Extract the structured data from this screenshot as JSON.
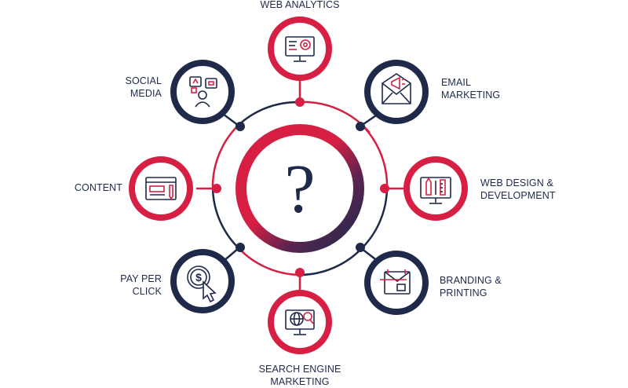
{
  "center": {
    "symbol": "?"
  },
  "colors": {
    "red": "#d61f43",
    "navy": "#1f2a4a"
  },
  "nodes": {
    "web_analytics": {
      "label": [
        "WEB ANALYTICS"
      ],
      "icon": "gear-monitor-icon",
      "color": "red"
    },
    "email_marketing": {
      "label": [
        "EMAIL",
        "MARKETING"
      ],
      "icon": "envelope-megaphone-icon",
      "color": "navy"
    },
    "web_design": {
      "label": [
        "WEB DESIGN &",
        "DEVELOPMENT"
      ],
      "icon": "design-tools-monitor-icon",
      "color": "red"
    },
    "branding": {
      "label": [
        "BRANDING &",
        "PRINTING"
      ],
      "icon": "envelope-pen-icon",
      "color": "navy"
    },
    "sem": {
      "label": [
        "SEARCH ENGINE",
        "MARKETING"
      ],
      "icon": "globe-search-icon",
      "color": "red"
    },
    "ppc": {
      "label": [
        "PAY PER",
        "CLICK"
      ],
      "icon": "dollar-cursor-icon",
      "color": "navy"
    },
    "content": {
      "label": [
        "CONTENT"
      ],
      "icon": "browser-content-icon",
      "color": "red"
    },
    "social_media": {
      "label": [
        "SOCIAL",
        "MEDIA"
      ],
      "icon": "social-people-icon",
      "color": "navy"
    }
  }
}
